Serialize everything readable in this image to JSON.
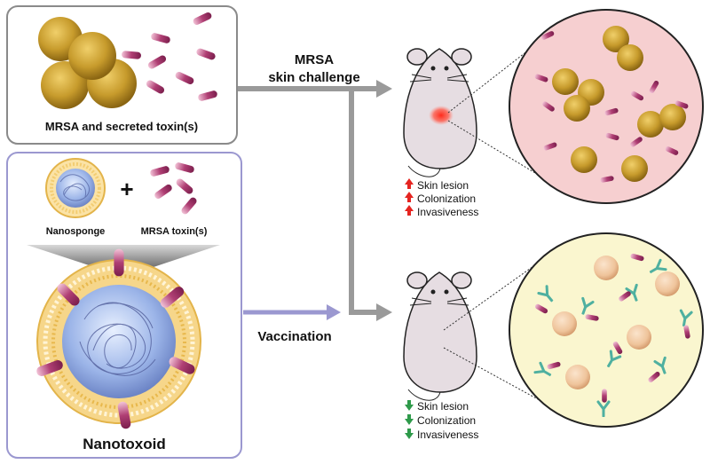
{
  "panel_top": {
    "caption": "MRSA and secreted toxin(s)"
  },
  "panel_bottom": {
    "nanosponge_label": "Nanosponge",
    "plus_sign": "+",
    "toxin_label": "MRSA toxin(s)",
    "product_label": "Nanotoxoid"
  },
  "arrows": {
    "challenge_line1": "MRSA",
    "challenge_line2": "skin challenge",
    "vaccination": "Vaccination"
  },
  "outcomes_unvaccinated": {
    "direction": "up",
    "color": "#e52420",
    "items": [
      "Skin lesion",
      "Colonization",
      "Invasiveness"
    ]
  },
  "outcomes_vaccinated": {
    "direction": "down",
    "color": "#2e9a4a",
    "items": [
      "Skin lesion",
      "Colonization",
      "Invasiveness"
    ]
  },
  "colors": {
    "bacteria": "#b8922a",
    "toxin": "#b8457a",
    "antibody": "#4fb0a0",
    "infected_tissue": "#f6cfd0",
    "protected_tissue": "#faf6cf",
    "arrow_gray": "#9a9a9a",
    "arrow_purple": "#9b98d0"
  }
}
